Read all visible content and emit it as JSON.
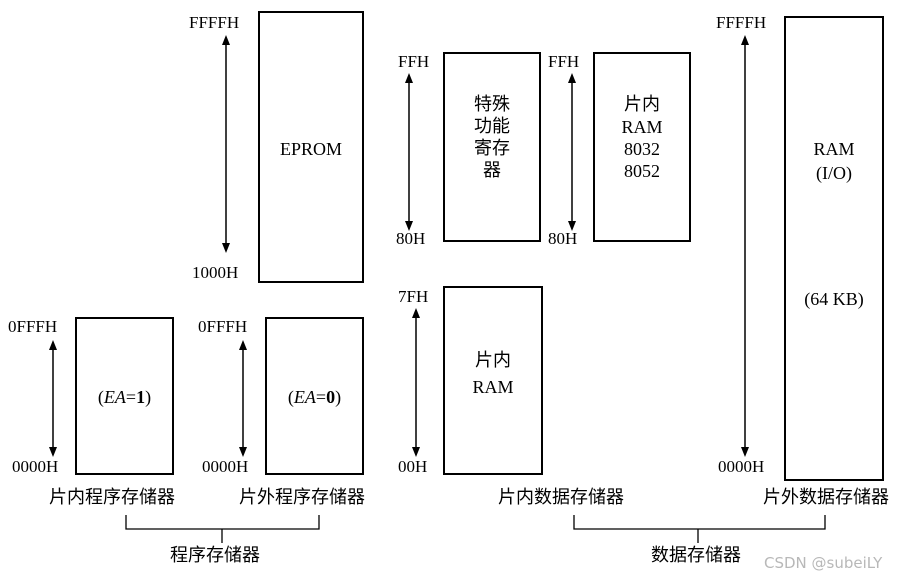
{
  "program_memory": {
    "eprom": {
      "top": "FFFFH",
      "bottom": "1000H",
      "label": "EPROM"
    },
    "internal": {
      "top": "0FFFH",
      "bottom": "0000H",
      "ea_name": "EA",
      "ea_value": "1",
      "caption": "片内程序存储器"
    },
    "external": {
      "top": "0FFFH",
      "bottom": "0000H",
      "ea_name": "EA",
      "ea_value": "0",
      "caption": "片外程序存储器"
    },
    "group_caption": "程序存储器"
  },
  "data_memory": {
    "sfr": {
      "top": "FFH",
      "bottom": "80H",
      "lines": [
        "特殊",
        "功能",
        "寄存",
        "器"
      ]
    },
    "upper_ram": {
      "top": "FFH",
      "bottom": "80H",
      "lines": [
        "片内",
        "RAM",
        "8032",
        "8052"
      ]
    },
    "lower_ram": {
      "top": "7FH",
      "bottom": "00H",
      "lines": [
        "片内",
        "RAM"
      ]
    },
    "internal_caption": "片内数据存储器",
    "external": {
      "top": "FFFFH",
      "bottom": "0000H",
      "lines": [
        "RAM",
        "(I/O)"
      ],
      "size": "(64 KB)",
      "caption": "片外数据存储器"
    },
    "group_caption": "数据存储器"
  },
  "watermark": "CSDN @subeiLY"
}
